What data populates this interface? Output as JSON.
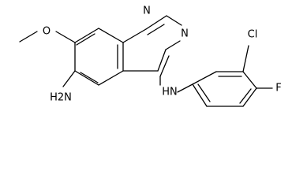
{
  "molecule": {
    "atoms": {
      "n1": "N",
      "n3": "N",
      "nh": "HN",
      "o": "O",
      "nh2": "H2N",
      "cl": "Cl",
      "f": "F"
    }
  }
}
